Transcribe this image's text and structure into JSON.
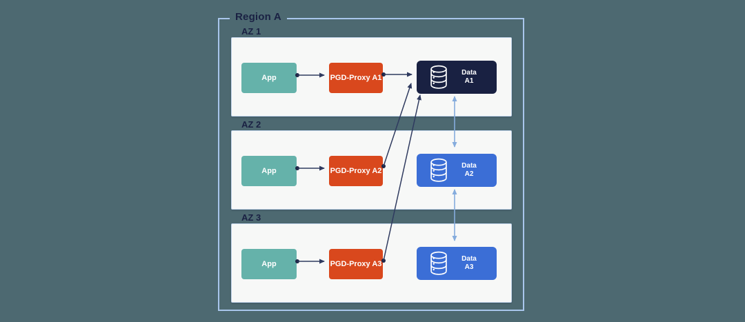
{
  "diagram": {
    "region_label": "Region A",
    "zones": [
      {
        "label": "AZ 1",
        "app_label": "App",
        "proxy_label": "PGD-Proxy A1",
        "data_label_line1": "Data",
        "data_label_line2": "A1",
        "data_style": "dark-navy"
      },
      {
        "label": "AZ 2",
        "app_label": "App",
        "proxy_label": "PGD-Proxy A2",
        "data_label_line1": "Data",
        "data_label_line2": "A2",
        "data_style": "blue"
      },
      {
        "label": "AZ 3",
        "app_label": "App",
        "proxy_label": "PGD-Proxy A3",
        "data_label_line1": "Data",
        "data_label_line2": "A3",
        "data_style": "blue"
      }
    ],
    "connections": [
      "App -> PGD-Proxy A1",
      "PGD-Proxy A1 -> Data A1",
      "App -> PGD-Proxy A2",
      "PGD-Proxy A2 -> Data A1",
      "App -> PGD-Proxy A3",
      "PGD-Proxy A3 -> Data A1",
      "Data A1 <-> Data A2",
      "Data A2 <-> Data A3"
    ],
    "icons": [
      "database-icon"
    ]
  },
  "colors": {
    "page_background": "#4d6971",
    "region_border": "#a9c6ec",
    "az_background": "#f7f8f7",
    "az_border": "#c3d6ec",
    "app_node": "#65b2aa",
    "proxy_node": "#d9481d",
    "data_node_dark": "#192142",
    "data_node_blue": "#3b6ed6",
    "label_text": "#1a2143",
    "node_text": "#ffffff",
    "arrow_dark": "#2f3a5f",
    "arrow_light_blue": "#85acdd"
  }
}
